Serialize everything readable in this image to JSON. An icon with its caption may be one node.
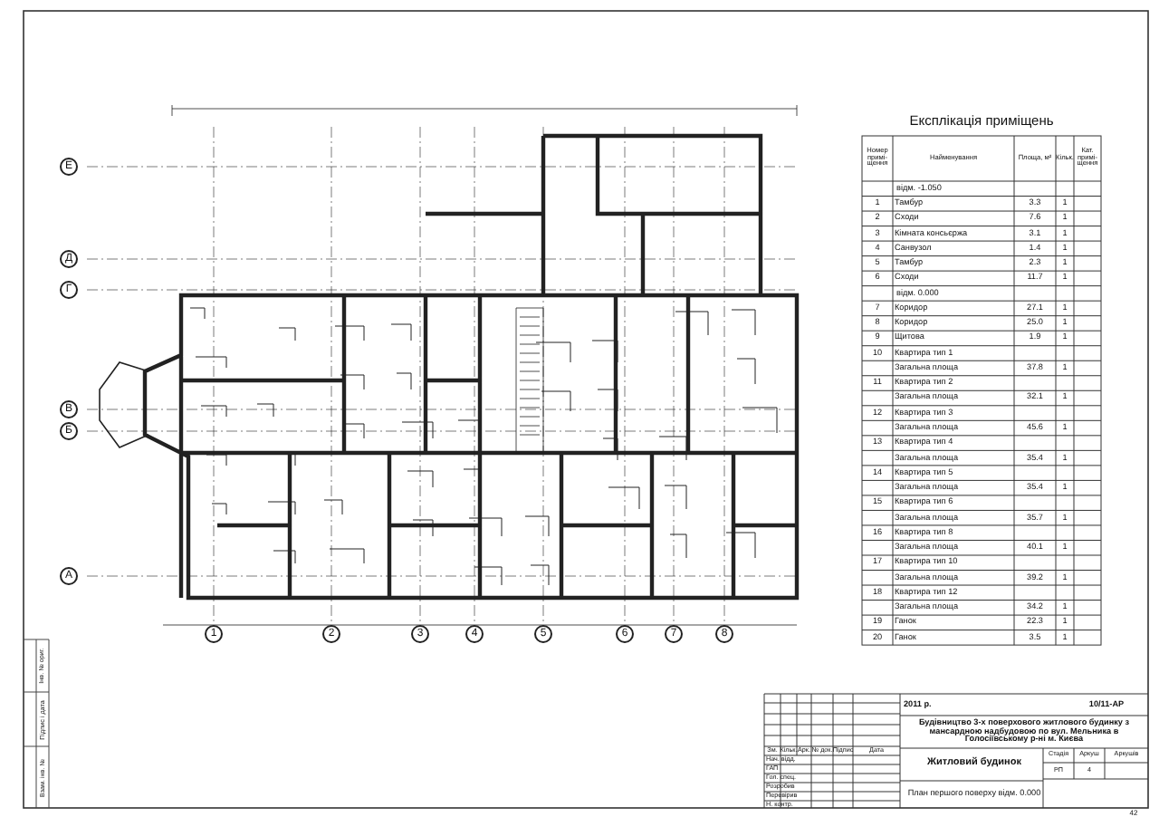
{
  "diagram": {
    "title": "Експлікація приміщень",
    "labels": [
      "Номер примі-щення",
      "Найменування",
      "Площа, м²",
      "Кільк.",
      "Кат. примі-щення",
      "відм. -1.050",
      "1",
      "Тамбур",
      "3.3",
      "1",
      "2",
      "Сходи",
      "7.6",
      "1",
      "3",
      "Кімната консьєржа",
      "3.1",
      "1",
      "4",
      "Санвузол",
      "1.4",
      "1",
      "5",
      "Тамбур",
      "2.3",
      "1",
      "6",
      "Сходи",
      "11.7",
      "1",
      "відм. 0.000",
      "7",
      "Коридор",
      "27.1",
      "1",
      "8",
      "Коридор",
      "25.0",
      "1",
      "9",
      "Щитова",
      "1.9",
      "1",
      "10",
      "Квартира тип 1",
      "Загальна площа",
      "37.8",
      "1",
      "11",
      "Квартира тип 2",
      "Загальна площа",
      "32.1",
      "1",
      "12",
      "Квартира тип 3",
      "Загальна площа",
      "45.6",
      "1",
      "13",
      "Квартира тип 4",
      "Загальна площа",
      "35.4",
      "1",
      "14",
      "Квартира тип 5",
      "Загальна площа",
      "35.4",
      "1",
      "15",
      "Квартира тип 6",
      "Загальна площа",
      "35.7",
      "1",
      "16",
      "Квартира тип 8",
      "Загальна площа",
      "40.1",
      "1",
      "17",
      "Квартира тип 10",
      "Загальна площа",
      "39.2",
      "1",
      "18",
      "Квартира тип 12",
      "Загальна площа",
      "34.2",
      "1",
      "19",
      "Ганок",
      "22.3",
      "1",
      "20",
      "Ганок",
      "3.5",
      "1",
      "Зм.",
      "Кільк.",
      "Арк.",
      "№ док.",
      "Підпис",
      "Дата",
      "Нач. відд.",
      "ГАП",
      "Гол. спец.",
      "Розробив",
      "Перевірив",
      "Н. контр.",
      "2011 р.",
      "10/11-АР",
      "Будівництво 3-х поверхового житлового будинку з мансардною надбудовою по вул. Мельника в Голосіївському р-ні м. Києва",
      "Житловий будинок",
      "Стадія",
      "Аркуш",
      "Аркушів",
      "РП",
      "4",
      "План першого поверху відм. 0.000",
      "42",
      "Інв. № ориг.",
      "Підпис і дата",
      "Взам. інв. №",
      "1",
      "2",
      "3",
      "4",
      "5",
      "6",
      "7",
      "8",
      "Е",
      "Д",
      "Г",
      "В",
      "Б",
      "А"
    ]
  }
}
